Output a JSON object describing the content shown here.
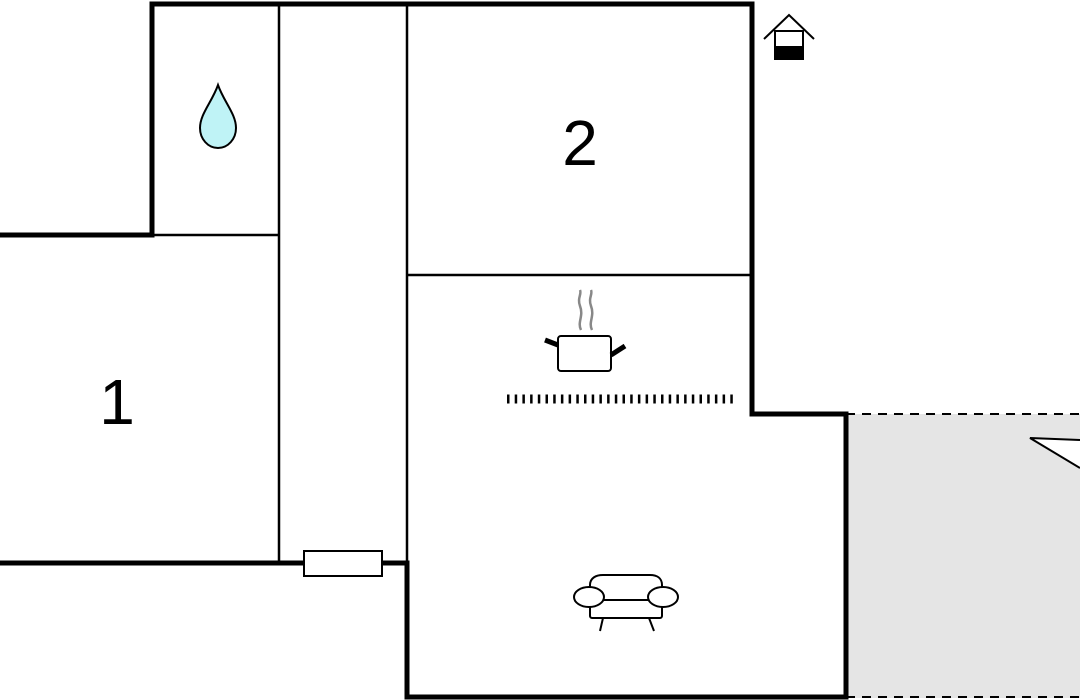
{
  "floorplan": {
    "rooms": [
      {
        "label": "1"
      },
      {
        "label": "2"
      }
    ],
    "icons": [
      {
        "name": "water-drop-icon",
        "meaning": "bathroom"
      },
      {
        "name": "kitchen-pot-icon",
        "meaning": "kitchen"
      },
      {
        "name": "sofa-icon",
        "meaning": "living room"
      },
      {
        "name": "house-icon",
        "meaning": "house"
      }
    ],
    "colors": {
      "wall": "#000000",
      "water": "#bff3f6",
      "terrace": "#e5e5e5",
      "steam": "#888888",
      "background": "#ffffff"
    }
  }
}
